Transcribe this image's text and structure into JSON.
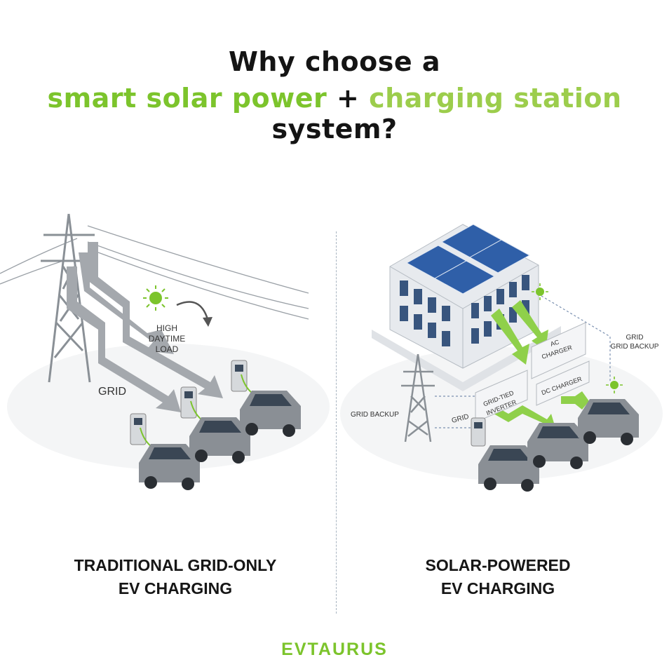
{
  "title": {
    "line1": "Why choose a",
    "part_green1": "smart solar power",
    "plus": " + ",
    "part_green2": "charging station",
    "part_dark": " system?"
  },
  "left": {
    "grid_label": "GRID",
    "load_label_1": "HIGH",
    "load_label_2": "DAYTIME",
    "load_label_3": "LOAD",
    "caption_line1": "TRADITIONAL GRID-ONLY",
    "caption_line2": "EV CHARGING"
  },
  "right": {
    "grid_backup_left": "GRID BACKUP",
    "grid_label": "GRID",
    "grid_top_1": "GRID",
    "grid_top_2": "GRID BACKUP",
    "ac_charger_1": "AC",
    "ac_charger_2": "CHARGER",
    "dc_charger": "DC CHARGER",
    "inverter_1": "GRID-TIED",
    "inverter_2": "INVERTER",
    "caption_line1": "SOLAR-POWERED",
    "caption_line2": "EV CHARGING"
  },
  "brand": "EVTAURUS",
  "colors": {
    "accent_green": "#7cc42c",
    "light_green": "#9ccd4c",
    "grid_arrow": "#9a9ea3",
    "panel_blue": "#2f5fa8",
    "car_grey": "#8a8f95"
  }
}
